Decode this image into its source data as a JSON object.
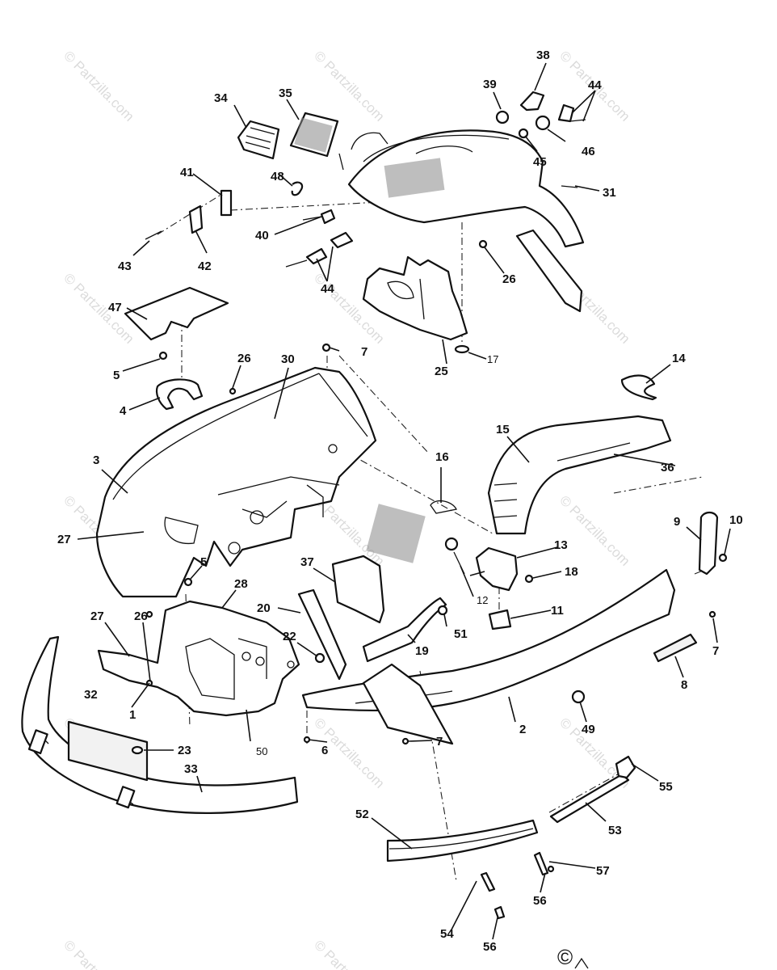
{
  "diagram": {
    "watermark_text": "© Partzilla.com",
    "corner_mark": "©",
    "callouts": {
      "c1": "1",
      "c2": "2",
      "c3": "3",
      "c4": "4",
      "c5a": "5",
      "c5b": "5",
      "c6": "6",
      "c7a": "7",
      "c7b": "7",
      "c7c": "7",
      "c8": "8",
      "c9": "9",
      "c10": "10",
      "c11": "11",
      "c12": "12",
      "c13": "13",
      "c14": "14",
      "c15": "15",
      "c16": "16",
      "c17": "17",
      "c18": "18",
      "c19": "19",
      "c20": "20",
      "c22": "22",
      "c23": "23",
      "c25": "25",
      "c26a": "26",
      "c26b": "26",
      "c26c": "26",
      "c27a": "27",
      "c27b": "27",
      "c28": "28",
      "c30": "30",
      "c31": "31",
      "c32": "32",
      "c33": "33",
      "c34": "34",
      "c35": "35",
      "c36": "36",
      "c37": "37",
      "c38": "38",
      "c39": "39",
      "c40": "40",
      "c41": "41",
      "c42": "42",
      "c43": "43",
      "c44a": "44",
      "c44b": "44",
      "c45": "45",
      "c46": "46",
      "c47": "47",
      "c48": "48",
      "c49": "49",
      "c50": "50",
      "c51": "51",
      "c52": "52",
      "c53": "53",
      "c54": "54",
      "c55": "55",
      "c56a": "56",
      "c56b": "56",
      "c57": "57"
    }
  }
}
